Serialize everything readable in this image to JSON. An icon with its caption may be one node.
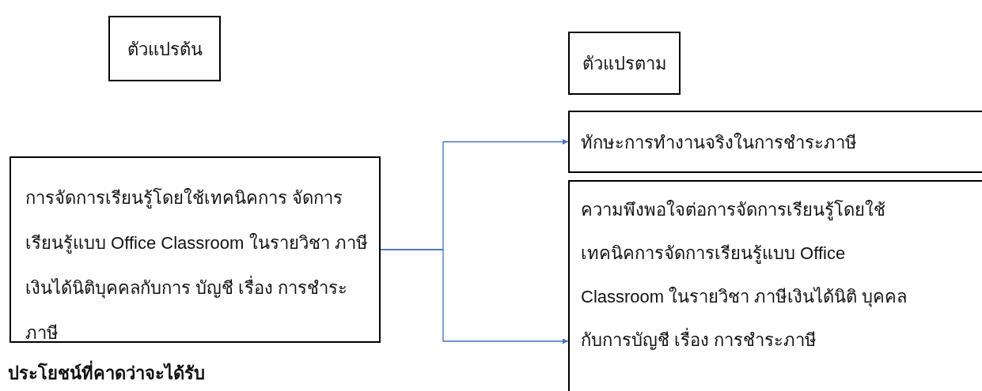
{
  "diagram": {
    "nodes": [
      {
        "text": [
          "ตัวแปรต้น"
        ]
      },
      {
        "text": [
          "ตัวแปรตาม"
        ]
      },
      {
        "text": [
          "การจัดการเรียนรู้โดยใช้เทคนิคการ จัดการเรียนรู้แบบ Office Classroom ในรายวิชา ภาษีเงินได้นิติบุคคลกับการ บัญชี  เรื่อง การชำระภาษี"
        ]
      },
      {
        "text": [
          "ทักษะการทำงานจริงในการชำระภาษี"
        ]
      },
      {
        "text": [
          "ความพึงพอใจต่อการจัดการเรียนรู้โดยใช้ เทคนิคการจัดการเรียนรู้แบบ Office Classroom ในรายวิชา ภาษีเงินได้นิติ บุคคลกับการบัญชี  เรื่อง การชำระภาษี"
        ]
      }
    ],
    "edges": [
      {
        "from": 2,
        "to": 3,
        "arrow": "to"
      },
      {
        "from": 2,
        "to": 4,
        "arrow": "to"
      }
    ],
    "labels": [
      "ประโยชน์ที่คาดว่าจะได้รับ"
    ]
  }
}
